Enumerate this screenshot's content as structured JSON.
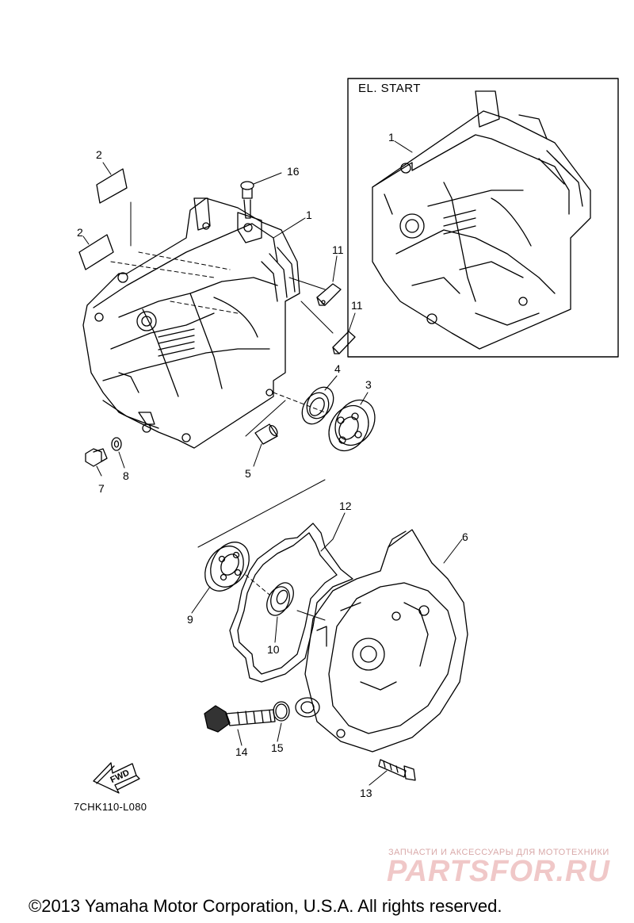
{
  "inset": {
    "title": "EL. START"
  },
  "drawing_code": "7CHK110-L080",
  "fwd_label": "FWD",
  "copyright": "©2013 Yamaha Motor Corporation, U.S.A. All rights reserved.",
  "watermark": {
    "subtitle": "ЗАПЧАСТИ И АКСЕССУАРЫ ДЛЯ МОТОТЕХНИКИ",
    "brand": "PARTSFOR.RU"
  },
  "callouts": {
    "c1": "1",
    "c1_inset": "1",
    "c2a": "2",
    "c2b": "2",
    "c3": "3",
    "c4": "4",
    "c5": "5",
    "c6": "6",
    "c7": "7",
    "c8": "8",
    "c9": "9",
    "c10": "10",
    "c11a": "11",
    "c11b": "11",
    "c12": "12",
    "c13": "13",
    "c14": "14",
    "c15": "15",
    "c16": "16"
  }
}
